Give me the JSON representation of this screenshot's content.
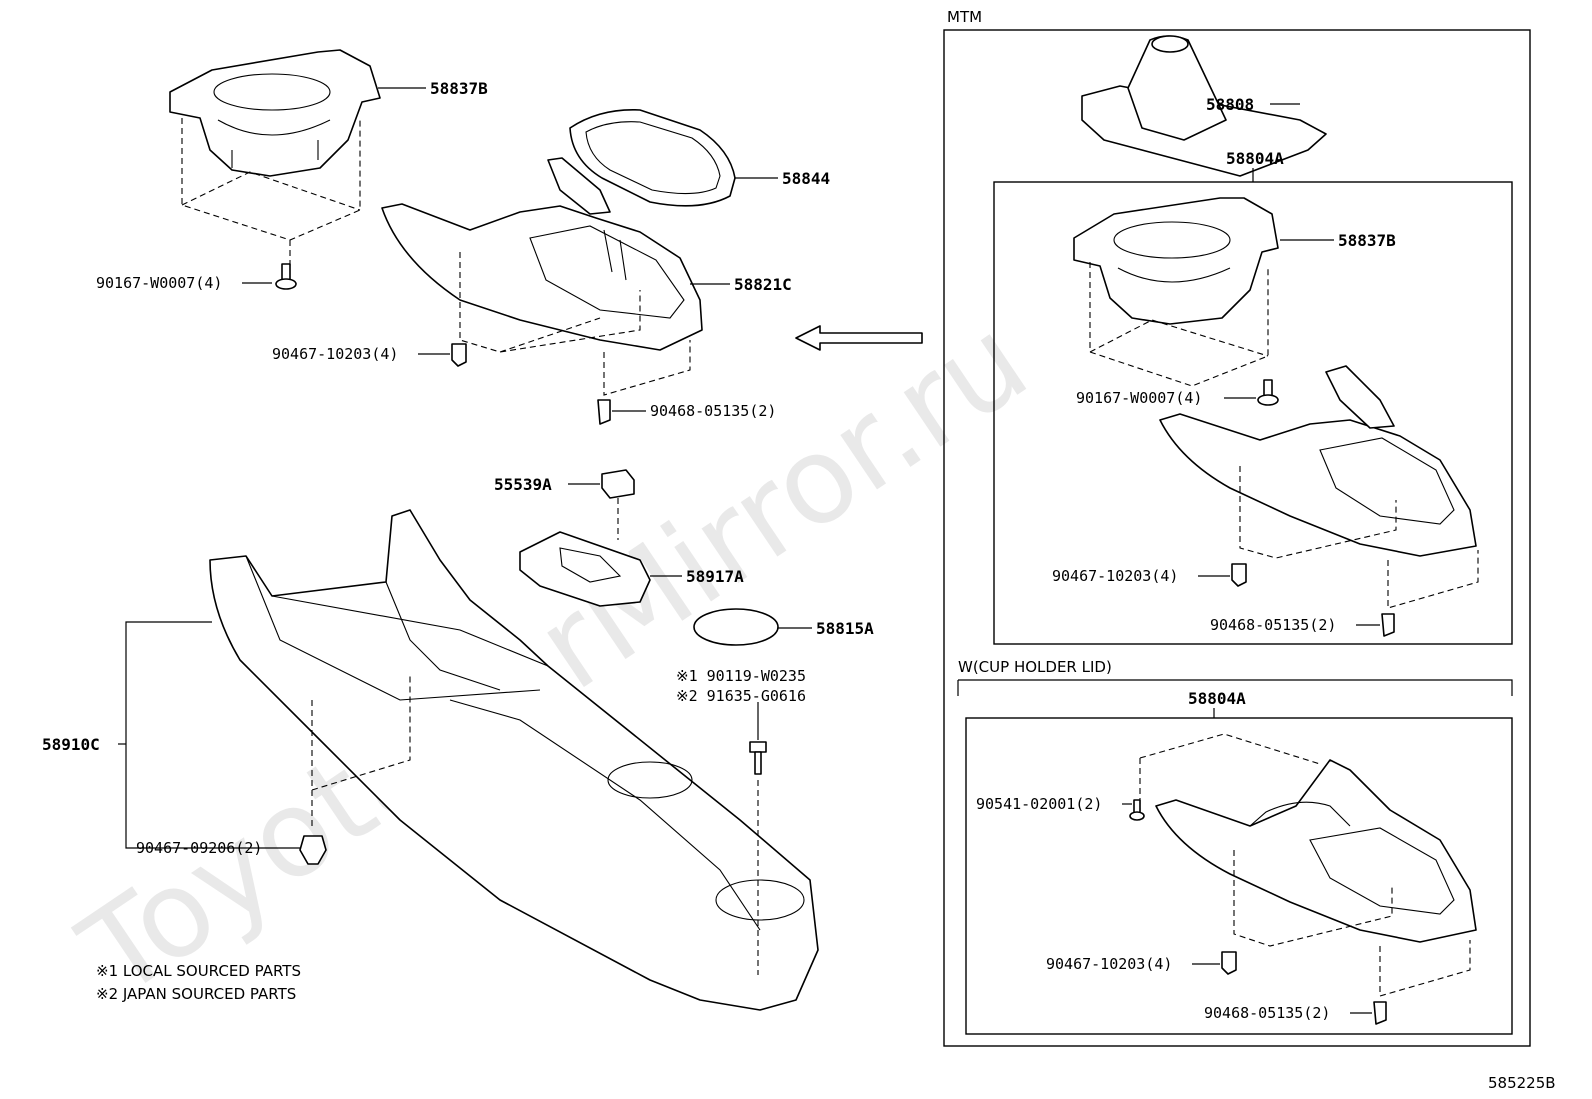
{
  "watermark": "ToyotaCarMirror.ru",
  "diagram_code": "585225B",
  "arrow_label": "",
  "sections": {
    "mtm": {
      "title": "MTM"
    },
    "cup_holder_lid": {
      "title": "W(CUP HOLDER LID)"
    }
  },
  "notes": [
    "※1 LOCAL SOURCED PARTS",
    "※2 JAPAN SOURCED PARTS"
  ],
  "parts": {
    "left": {
      "p58837B": "58837B",
      "p58844": "58844",
      "p58821C": "58821C",
      "p90167": "90167-W0007(4)",
      "p90467_10203": "90467-10203(4)",
      "p90468": "90468-05135(2)",
      "p55539A": "55539A",
      "p58917A": "58917A",
      "p58815A": "58815A",
      "p58910C": "58910C",
      "p90467_09206": "90467-09206(2)",
      "p90119": "※1 90119-W0235",
      "p91635": "※2 91635-G0616"
    },
    "mtm": {
      "p58808": "58808",
      "p58804A": "58804A",
      "p58837B": "58837B",
      "p90167": "90167-W0007(4)",
      "p90467": "90467-10203(4)",
      "p90468": "90468-05135(2)"
    },
    "cup": {
      "p58804A": "58804A",
      "p90541": "90541-02001(2)",
      "p90467": "90467-10203(4)",
      "p90468": "90468-05135(2)"
    }
  }
}
